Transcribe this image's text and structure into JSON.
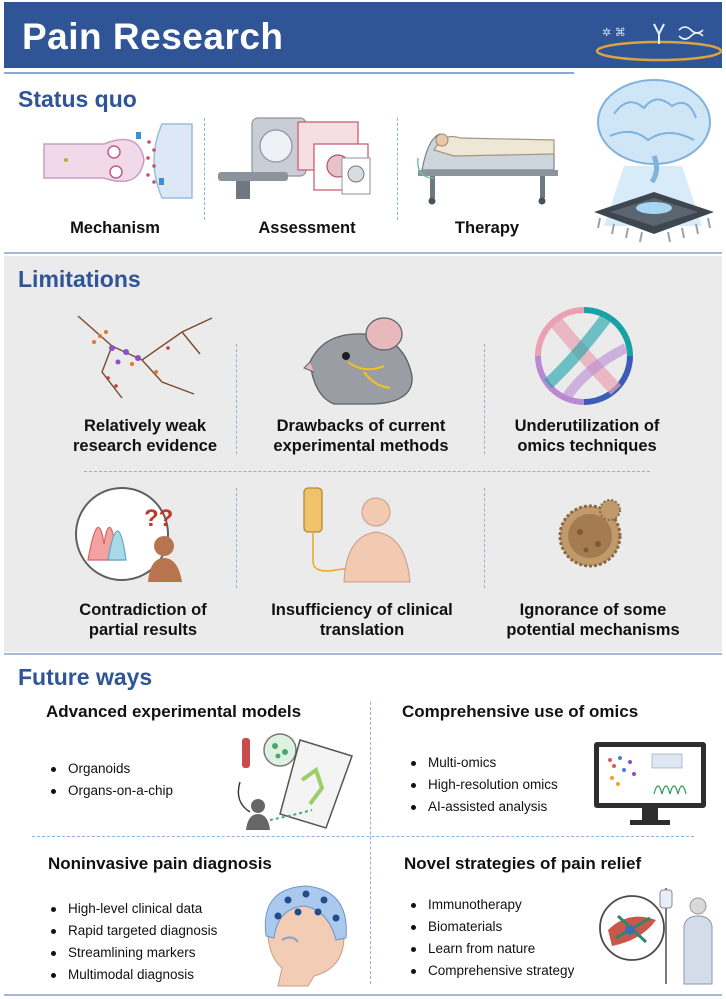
{
  "header": {
    "title": "Pain Research"
  },
  "status_quo": {
    "title": "Status quo",
    "items": [
      {
        "label": "Mechanism"
      },
      {
        "label": "Assessment"
      },
      {
        "label": "Therapy"
      }
    ]
  },
  "limitations": {
    "title": "Limitations",
    "items": [
      {
        "line1": "Relatively weak",
        "line2": "research evidence"
      },
      {
        "line1": "Drawbacks of current",
        "line2": "experimental methods"
      },
      {
        "line1": "Underutilization of",
        "line2": "omics techniques"
      },
      {
        "line1": "Contradiction of",
        "line2": "partial results"
      },
      {
        "line1": "Insufficiency of clinical",
        "line2": "translation"
      },
      {
        "line1": "Ignorance of some",
        "line2": "potential mechanisms"
      }
    ]
  },
  "future": {
    "title": "Future ways",
    "blocks": [
      {
        "title": "Advanced experimental models",
        "bullets": [
          "Organoids",
          "Organs-on-a-chip"
        ]
      },
      {
        "title": "Comprehensive use of omics",
        "bullets": [
          "Multi-omics",
          "High-resolution omics",
          "AI-assisted analysis"
        ]
      },
      {
        "title": "Noninvasive pain diagnosis",
        "bullets": [
          "High-level clinical data",
          "Rapid targeted diagnosis",
          "Streamlining markers",
          "Multimodal diagnosis"
        ]
      },
      {
        "title": "Novel strategies of pain relief",
        "bullets": [
          "Immunotherapy",
          "Biomaterials",
          "Learn from nature",
          "Comprehensive strategy"
        ]
      }
    ]
  },
  "colors": {
    "primary": "#2f5597",
    "accent": "#8ea8d4",
    "panel": "#ebebeb"
  }
}
